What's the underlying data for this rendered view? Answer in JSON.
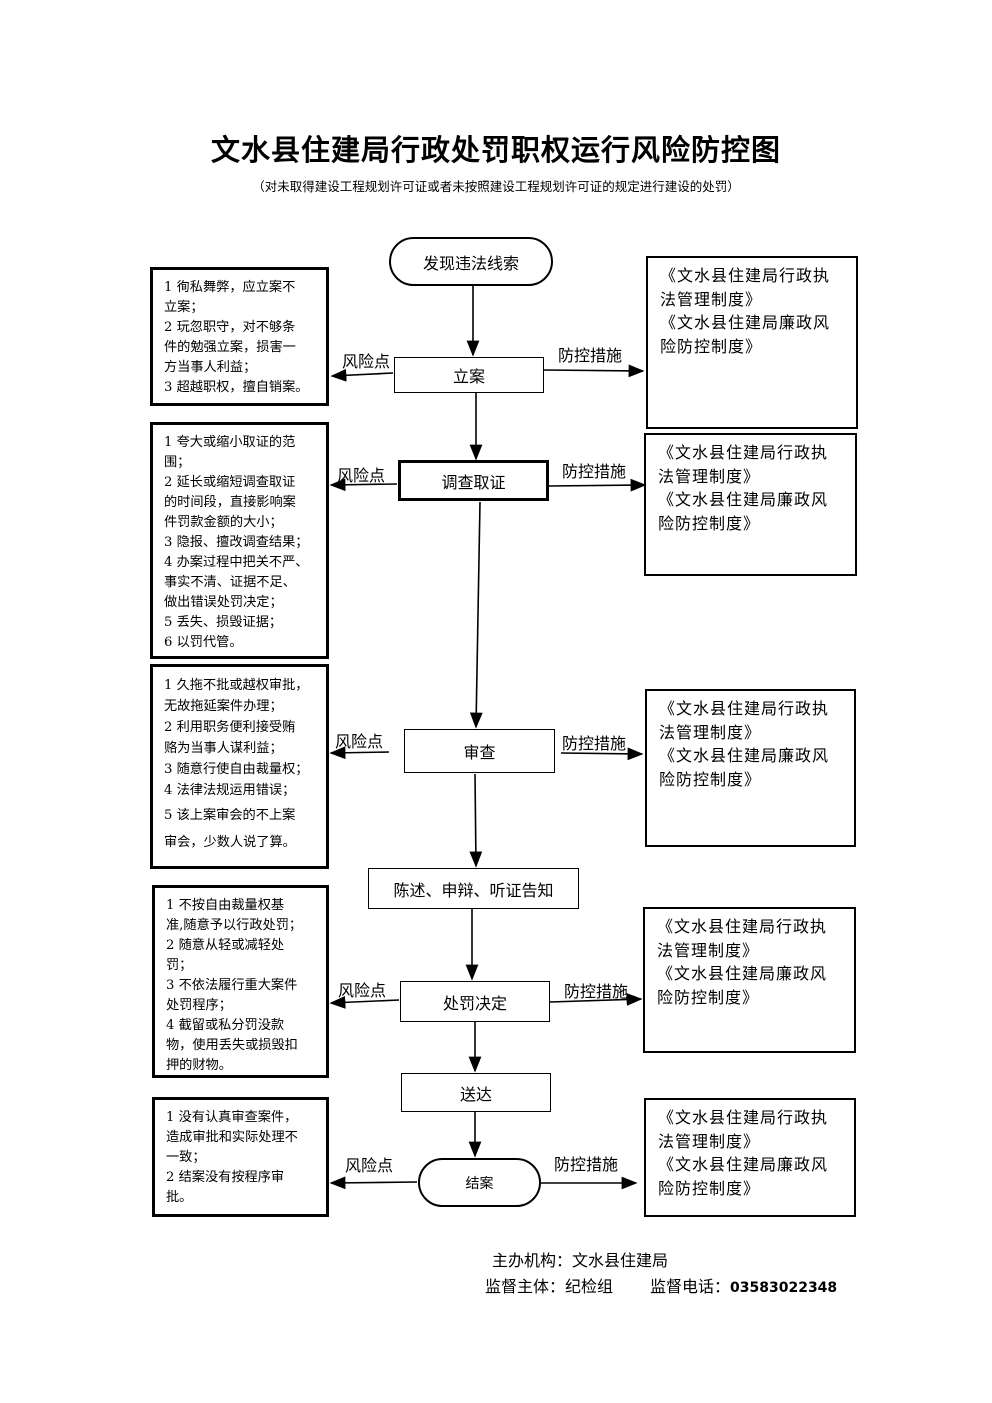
{
  "title": "文水县住建局行政处罚职权运行风险防控图",
  "subtitle": "（对未取得建设工程规划许可证或者未按照建设工程规划许可证的规定进行建设的处罚）",
  "flow": [
    "发现违法线索",
    "立案",
    "调查取证",
    "审查",
    "陈述、申辩、听证告知",
    "处罚决定",
    "送达",
    "结案"
  ],
  "labels": {
    "risk": "风险点",
    "measure": "防控措施"
  },
  "risks": [
    [
      "1 徇私舞弊，应立案不",
      "立案；",
      "2 玩忽职守，对不够条",
      "件的勉强立案，损害一",
      "方当事人利益；",
      "3 超越职权，擅自销案。"
    ],
    [
      "1 夸大或缩小取证的范",
      "围；",
      "2 延长或缩短调查取证",
      "的时间段，直接影响案",
      "件罚款金额的大小；",
      "3 隐报、擅改调查结果；",
      "4 办案过程中把关不严、",
      "事实不清、证据不足、",
      "做出错误处罚决定；",
      "5 丢失、损毁证据；",
      "6 以罚代管。"
    ],
    [
      "1 久拖不批或越权审批，",
      "无故拖延案件办理；",
      "2 利用职务便利接受贿",
      "赂为当事人谋利益；",
      "3 随意行使自由裁量权；",
      "4 法律法规运用错误；",
      "5 该上案审会的不上案",
      "审会，少数人说了算。"
    ],
    [
      "1 不按自由裁量权基",
      "准,随意予以行政处罚；",
      "2 随意从轻或减轻处",
      "罚；",
      "3 不依法履行重大案件",
      "处罚程序；",
      "4 截留或私分罚没款",
      "物，使用丢失或损毁扣",
      "押的财物。"
    ],
    [
      "1 没有认真审查案件，",
      "造成审批和实际处理不",
      "一致；",
      "2 结案没有按程序审",
      "批。"
    ]
  ],
  "measures": [
    [
      "《文水县住建局行政执",
      "法管理制度》",
      "《文水县住建局廉政风",
      "险防控制度》"
    ],
    [
      "《文水县住建局行政执",
      "法管理制度》",
      "《文水县住建局廉政风",
      "险防控制度》"
    ],
    [
      "《文水县住建局行政执",
      "法管理制度》",
      "《文水县住建局廉政风",
      "险防控制度》"
    ],
    [
      "《文水县住建局行政执",
      "法管理制度》",
      "《文水县住建局廉政风",
      "险防控制度》"
    ],
    [
      "《文水县住建局行政执",
      "法管理制度》",
      "《文水县住建局廉政风",
      "险防控制度》"
    ]
  ],
  "footer": {
    "organizer": "主办机构：文水县住建局",
    "supervisor": "监督主体：纪检组",
    "phone_label": "监督电话：",
    "phone": "03583022348"
  }
}
